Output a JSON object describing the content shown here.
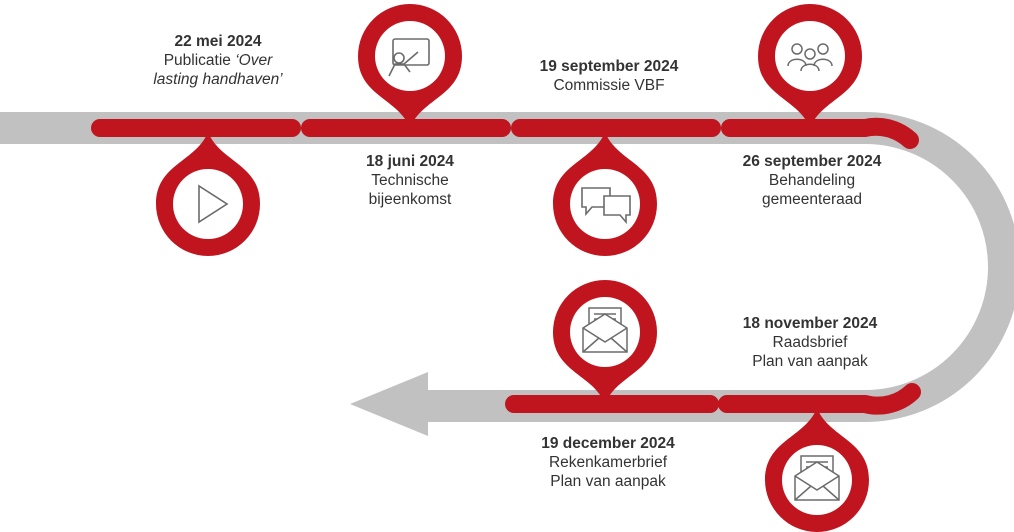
{
  "colors": {
    "track": "#c1c1c1",
    "accent": "#c0151f",
    "text": "#333333",
    "icon_bg": "#ffffff"
  },
  "milestones": [
    {
      "date": "22 mei 2024",
      "text_plain": "Publicatie ",
      "text_italic_1": "‘Over",
      "text_italic_2": "lasting handhaven’",
      "icon": "play-icon",
      "marker": "pin-below-track"
    },
    {
      "date": "18 juni 2024",
      "line1": "Technische",
      "line2": "bijeenkomst",
      "icon": "presentation-icon",
      "marker": "pin-above-track"
    },
    {
      "date": "19 september 2024",
      "line1": "Commissie VBF",
      "icon": "chat-icon",
      "marker": "pin-below-track"
    },
    {
      "date": "26 september 2024",
      "line1": "Behandeling",
      "line2": "gemeenteraad",
      "icon": "group-icon",
      "marker": "pin-above-track"
    },
    {
      "date": "18 november 2024",
      "line1": "Raadsbrief",
      "line2": "Plan van aanpak",
      "icon": "envelope-icon",
      "marker": "pin-below-track"
    },
    {
      "date": "19 december 2024",
      "line1": "Rekenkamerbrief",
      "line2": "Plan van aanpak",
      "icon": "envelope-icon",
      "marker": "pin-above-track"
    }
  ]
}
